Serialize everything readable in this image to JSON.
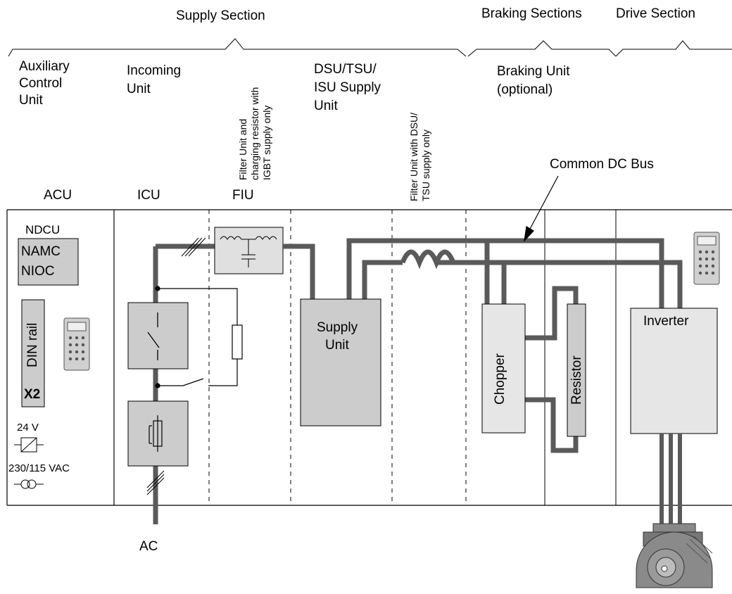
{
  "sections": {
    "supply": "Supply Section",
    "braking": "Braking Sections",
    "drive": "Drive Section"
  },
  "units": {
    "acu": {
      "title": [
        "Auxiliary",
        "Control",
        "Unit"
      ],
      "abbr": "ACU"
    },
    "icu": {
      "title": [
        "Incoming",
        "Unit"
      ],
      "abbr": "ICU"
    },
    "fiu": {
      "title": [
        "Filter Unit and",
        "charging resistor with",
        "IGBT supply only"
      ],
      "abbr": "FIU"
    },
    "dsu": {
      "title": [
        "DSU/TSU/",
        "ISU Supply",
        "Unit"
      ]
    },
    "filter_dsu": {
      "title": [
        "Filter Unit with DSU/",
        "TSU supply only"
      ]
    },
    "braking": {
      "title": [
        "Braking Unit",
        "(optional)"
      ]
    }
  },
  "labels": {
    "common_dc_bus": "Common DC Bus",
    "ndcu": "NDCU",
    "namc": "NAMC",
    "nioc": "NIOC",
    "din_rail": "DIN rail",
    "x2": "X2",
    "v24": "24 V",
    "vac": "230/115 VAC",
    "supply_unit": [
      "Supply",
      "Unit"
    ],
    "chopper": "Chopper",
    "resistor": "Resistor",
    "inverter": "Inverter",
    "ac": "AC"
  },
  "colors": {
    "box_fill": "#cccccc",
    "light_box_fill": "#e6e6e6",
    "bus": "#5a5a5a",
    "line": "#000000"
  }
}
